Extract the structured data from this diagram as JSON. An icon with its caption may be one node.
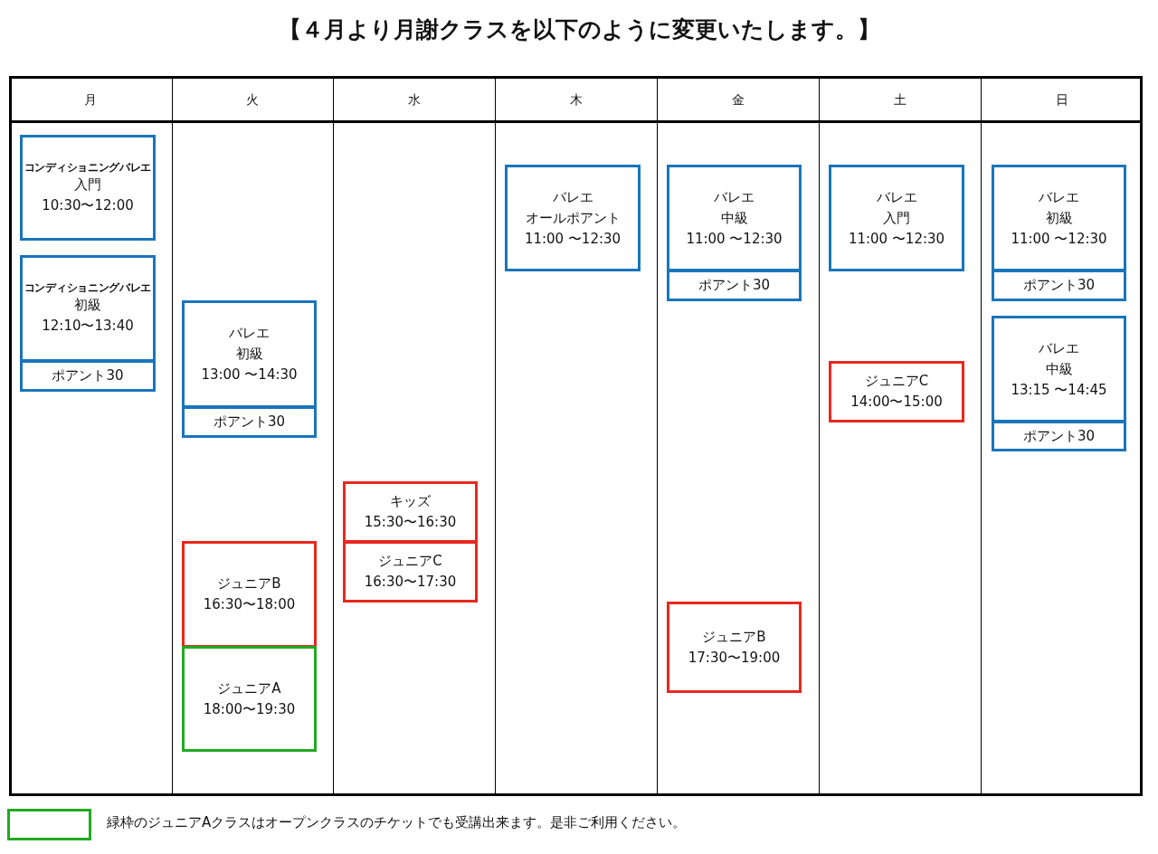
{
  "diagram": {
    "title": "【４月より月謝クラスを以下のように変更いたします。】",
    "nodes": [
      {
        "text": [
          "月"
        ]
      },
      {
        "text": [
          "コンディショニングバレエ",
          "入門",
          "10:30〜12:00"
        ],
        "in": 0
      },
      {
        "text": [
          "コンディショニングバレエ",
          "初級",
          "12:10〜13:40"
        ],
        "in": 0
      },
      {
        "text": [
          "ポアント30"
        ],
        "in": 0
      },
      {
        "text": [
          "火"
        ]
      },
      {
        "text": [
          "バレエ",
          "初級",
          "13:00 〜14:30"
        ],
        "in": 4
      },
      {
        "text": [
          "ポアント30"
        ],
        "in": 4
      },
      {
        "text": [
          "ジュニアB",
          "16:30〜18:00"
        ],
        "in": 4
      },
      {
        "text": [
          "ジュニアA",
          "18:00〜19:30"
        ],
        "in": 4
      },
      {
        "text": [
          "水"
        ]
      },
      {
        "text": [
          "キッズ",
          "15:30〜16:30"
        ],
        "in": 9
      },
      {
        "text": [
          "ジュニアC",
          "16:30〜17:30"
        ],
        "in": 9
      },
      {
        "text": [
          "木"
        ]
      },
      {
        "text": [
          "バレエ",
          "オールポアント",
          "11:00 〜12:30"
        ],
        "in": 12
      },
      {
        "text": [
          "金"
        ]
      },
      {
        "text": [
          "バレエ",
          "中級",
          "11:00 〜12:30"
        ],
        "in": 14
      },
      {
        "text": [
          "ポアント30"
        ],
        "in": 14
      },
      {
        "text": [
          "ジュニアB",
          "17:30〜19:00"
        ],
        "in": 14
      },
      {
        "text": [
          "土"
        ]
      },
      {
        "text": [
          "バレエ",
          "入門",
          "11:00 〜12:30"
        ],
        "in": 18
      },
      {
        "text": [
          "ジュニアC",
          "14:00〜15:00"
        ],
        "in": 18
      },
      {
        "text": [
          "日"
        ]
      },
      {
        "text": [
          "バレエ",
          "初級",
          "11:00 〜12:30"
        ],
        "in": 21
      },
      {
        "text": [
          "ポアント30"
        ],
        "in": 21
      },
      {
        "text": [
          "バレエ",
          "中級",
          "13:15 〜14:45"
        ],
        "in": 21
      },
      {
        "text": [
          "ポアント30"
        ],
        "in": 21
      }
    ],
    "edges": [],
    "legend": [
      {
        "text": "緑枠のジュニアAクラスはオープンクラスのチケットでも受講出来ます。是非ご利用ください。",
        "color": "#22aa22"
      }
    ]
  }
}
